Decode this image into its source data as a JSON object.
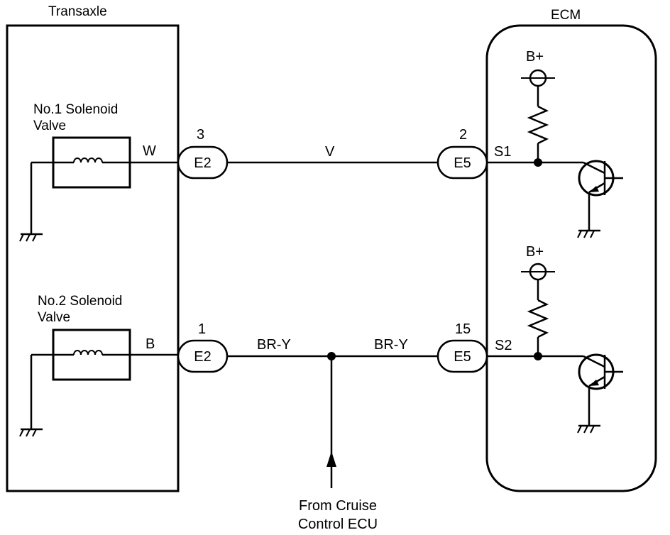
{
  "blocks": {
    "transaxle": "Transaxle",
    "ecm": "ECM"
  },
  "solenoids": [
    {
      "name_line1": "No.1 Solenoid",
      "name_line2": "Valve",
      "wire_color": "W"
    },
    {
      "name_line1": "No.2 Solenoid",
      "name_line2": "Valve",
      "wire_color": "B"
    }
  ],
  "connectors": [
    {
      "pin": "3",
      "id": "E2"
    },
    {
      "pin": "2",
      "id": "E5"
    },
    {
      "pin": "1",
      "id": "E2"
    },
    {
      "pin": "15",
      "id": "E5"
    }
  ],
  "wires": {
    "circuit1": "V",
    "circuit2_left": "BR-Y",
    "circuit2_right": "BR-Y"
  },
  "ecm_terminals": [
    "S1",
    "S2"
  ],
  "supply": [
    "B+",
    "B+"
  ],
  "external_source": {
    "line1": "From Cruise",
    "line2": "Control ECU"
  }
}
